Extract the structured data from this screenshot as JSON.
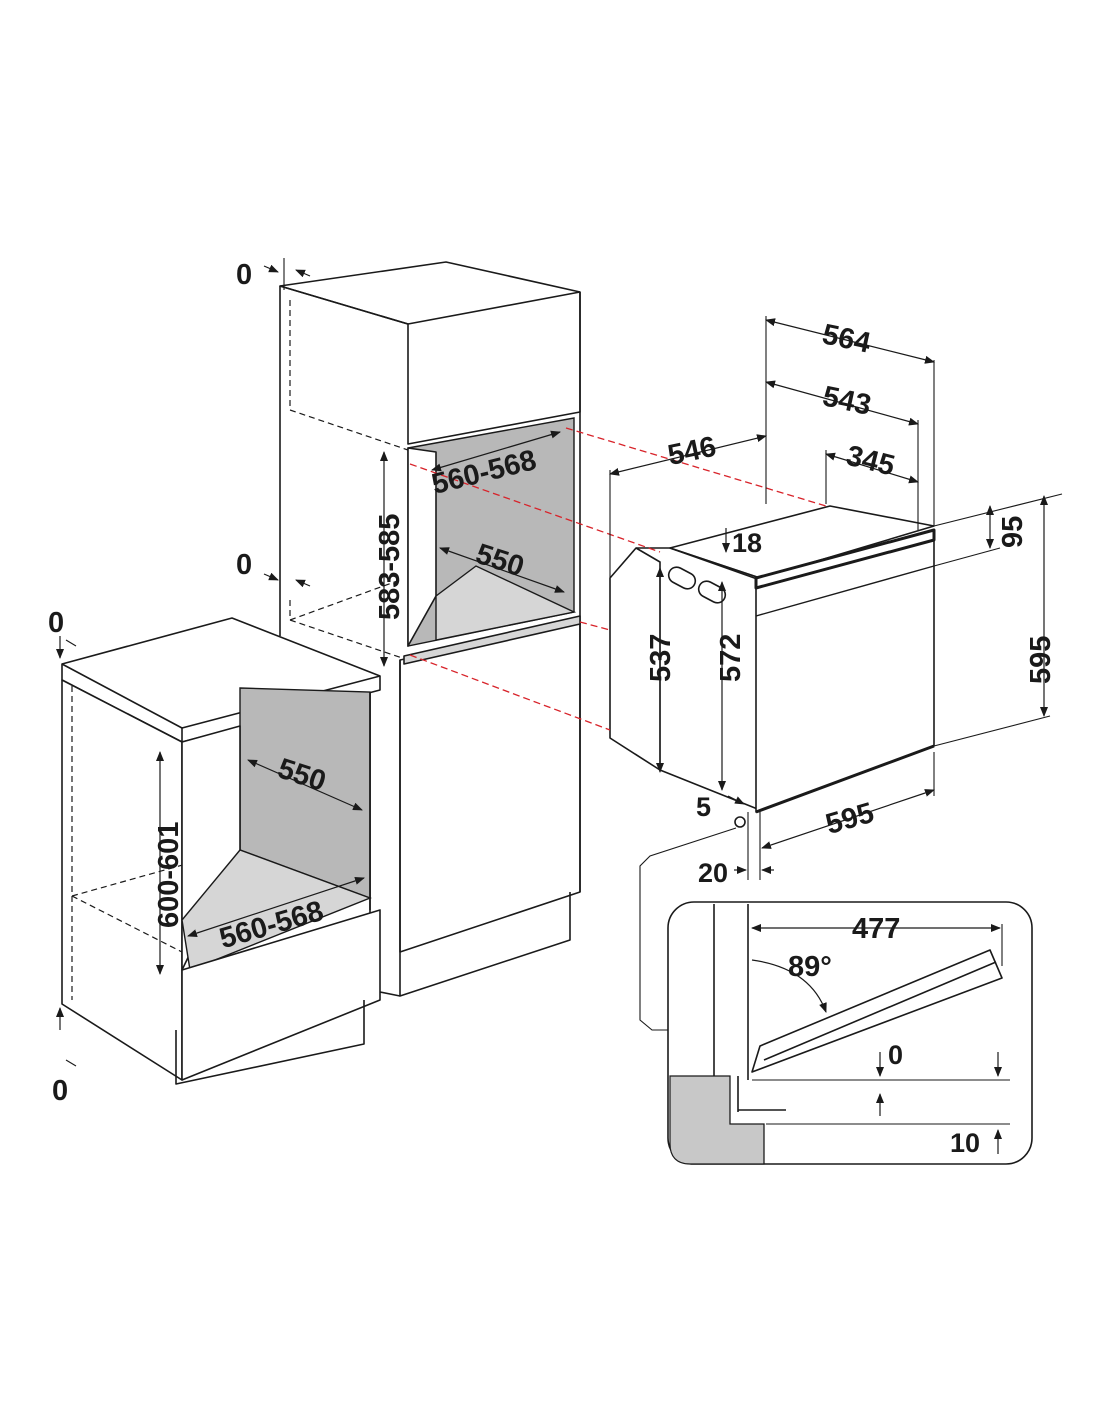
{
  "tall_cabinet": {
    "top_gap": "0",
    "side_gap": "0",
    "opening_width": "560-568",
    "opening_depth": "550",
    "opening_height": "583-585"
  },
  "undercounter_cabinet": {
    "top_gap": "0",
    "bottom_gap": "0",
    "opening_depth": "550",
    "opening_width": "560-568",
    "opening_height": "600-601"
  },
  "oven": {
    "depth_total": "564",
    "depth_body": "543",
    "depth_case": "546",
    "depth_top": "345",
    "top_offset": "18",
    "panel_height": "95",
    "total_height": "595",
    "side_height": "537",
    "body_height": "572",
    "front_width": "595",
    "front_offset": "5",
    "door_thickness": "20"
  },
  "door_detail": {
    "door_depth": "477",
    "opening_angle": "89°",
    "gap_top": "0",
    "gap_bottom": "10"
  }
}
